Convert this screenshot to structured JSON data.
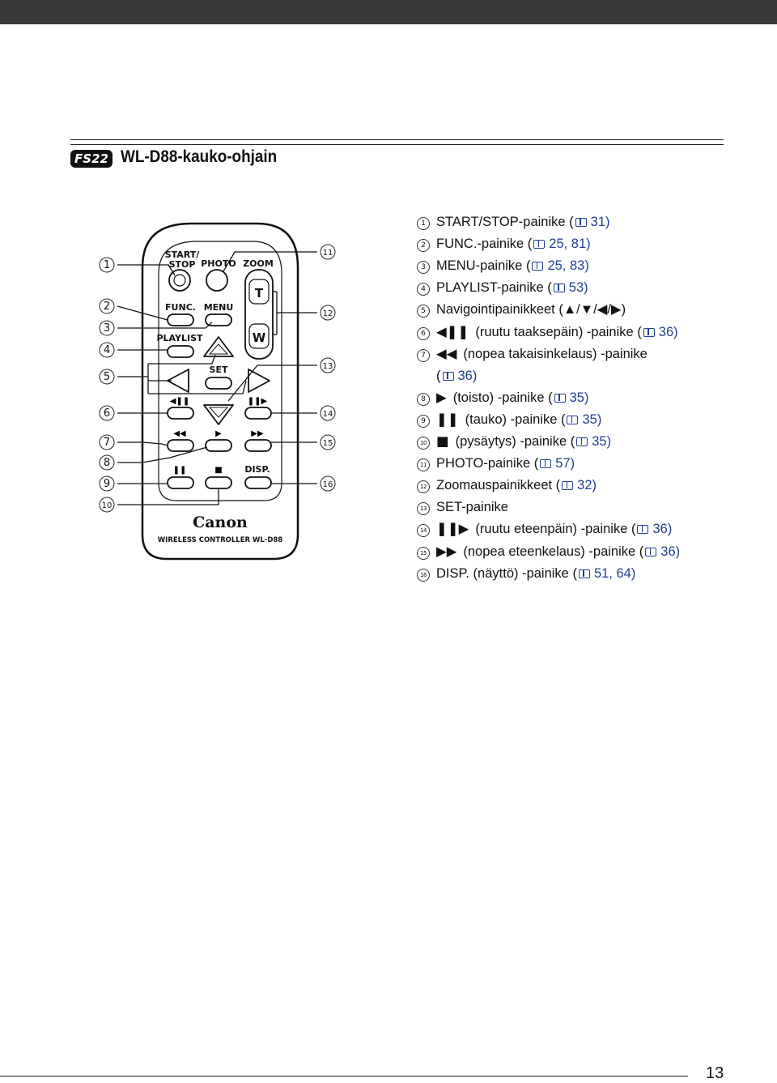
{
  "section": {
    "badge": "FS22",
    "title": "WL-D88-kauko-ohjain"
  },
  "remote": {
    "labels": {
      "start_stop_1": "START/",
      "start_stop_2": "STOP",
      "photo": "PHOTO",
      "zoom": "ZOOM",
      "func": "FUNC.",
      "menu": "MENU",
      "playlist": "PLAYLIST",
      "set": "SET",
      "disp": "DISP.",
      "zoom_t": "T",
      "zoom_w": "W",
      "brand": "Canon",
      "model": "WIRELESS CONTROLLER WL-D88"
    },
    "callouts_left": [
      "1",
      "2",
      "3",
      "4",
      "5",
      "6",
      "7",
      "8",
      "9",
      "10"
    ],
    "callouts_right": [
      "11",
      "12",
      "13",
      "14",
      "15",
      "16"
    ]
  },
  "items": [
    {
      "num": "1",
      "text": "START/STOP-painike (",
      "ref": "31",
      "close": ")"
    },
    {
      "num": "2",
      "text": "FUNC.-painike (",
      "ref": "25, 81",
      "close": ")"
    },
    {
      "num": "3",
      "text": "MENU-painike (",
      "ref": "25, 83",
      "close": ")"
    },
    {
      "num": "4",
      "text": "PLAYLIST-painike (",
      "ref": "53",
      "close": ")"
    },
    {
      "num": "5",
      "text": "Navigointipainikkeet (▲/▼/◀/▶)",
      "ref": "",
      "close": ""
    },
    {
      "num": "6",
      "glyph": "◀❚❚",
      "text": "(ruutu taaksepäin) -painike (",
      "ref": "36",
      "close": ")"
    },
    {
      "num": "7",
      "glyph": "◀◀",
      "text": "(nopea takaisinkelaus) -painike",
      "ref": "",
      "close": ""
    },
    {
      "num": "",
      "text": "(",
      "ref": "36",
      "close": ")"
    },
    {
      "num": "8",
      "glyph": "▶",
      "text": "(toisto) -painike (",
      "ref": "35",
      "close": ")"
    },
    {
      "num": "9",
      "glyph": "❚❚",
      "text": "(tauko) -painike (",
      "ref": "35",
      "close": ")"
    },
    {
      "num": "10",
      "glyph": "■",
      "text": "(pysäytys) -painike (",
      "ref": "35",
      "close": ")"
    },
    {
      "num": "11",
      "text": "PHOTO-painike (",
      "ref": "57",
      "close": ")"
    },
    {
      "num": "12",
      "text": "Zoomauspainikkeet (",
      "ref": "32",
      "close": ")"
    },
    {
      "num": "13",
      "text": "SET-painike",
      "ref": "",
      "close": ""
    },
    {
      "num": "14",
      "glyph": "❚❚▶",
      "text": "(ruutu eteenpäin) -painike (",
      "ref": "36",
      "close": ")"
    },
    {
      "num": "15",
      "glyph": "▶▶",
      "text": "(nopea eteenkelaus) -painike (",
      "ref": "36",
      "close": ")"
    },
    {
      "num": "16",
      "text": "DISP. (näyttö) -painike (",
      "ref": "51, 64",
      "close": ")"
    }
  ],
  "page_number": "13"
}
